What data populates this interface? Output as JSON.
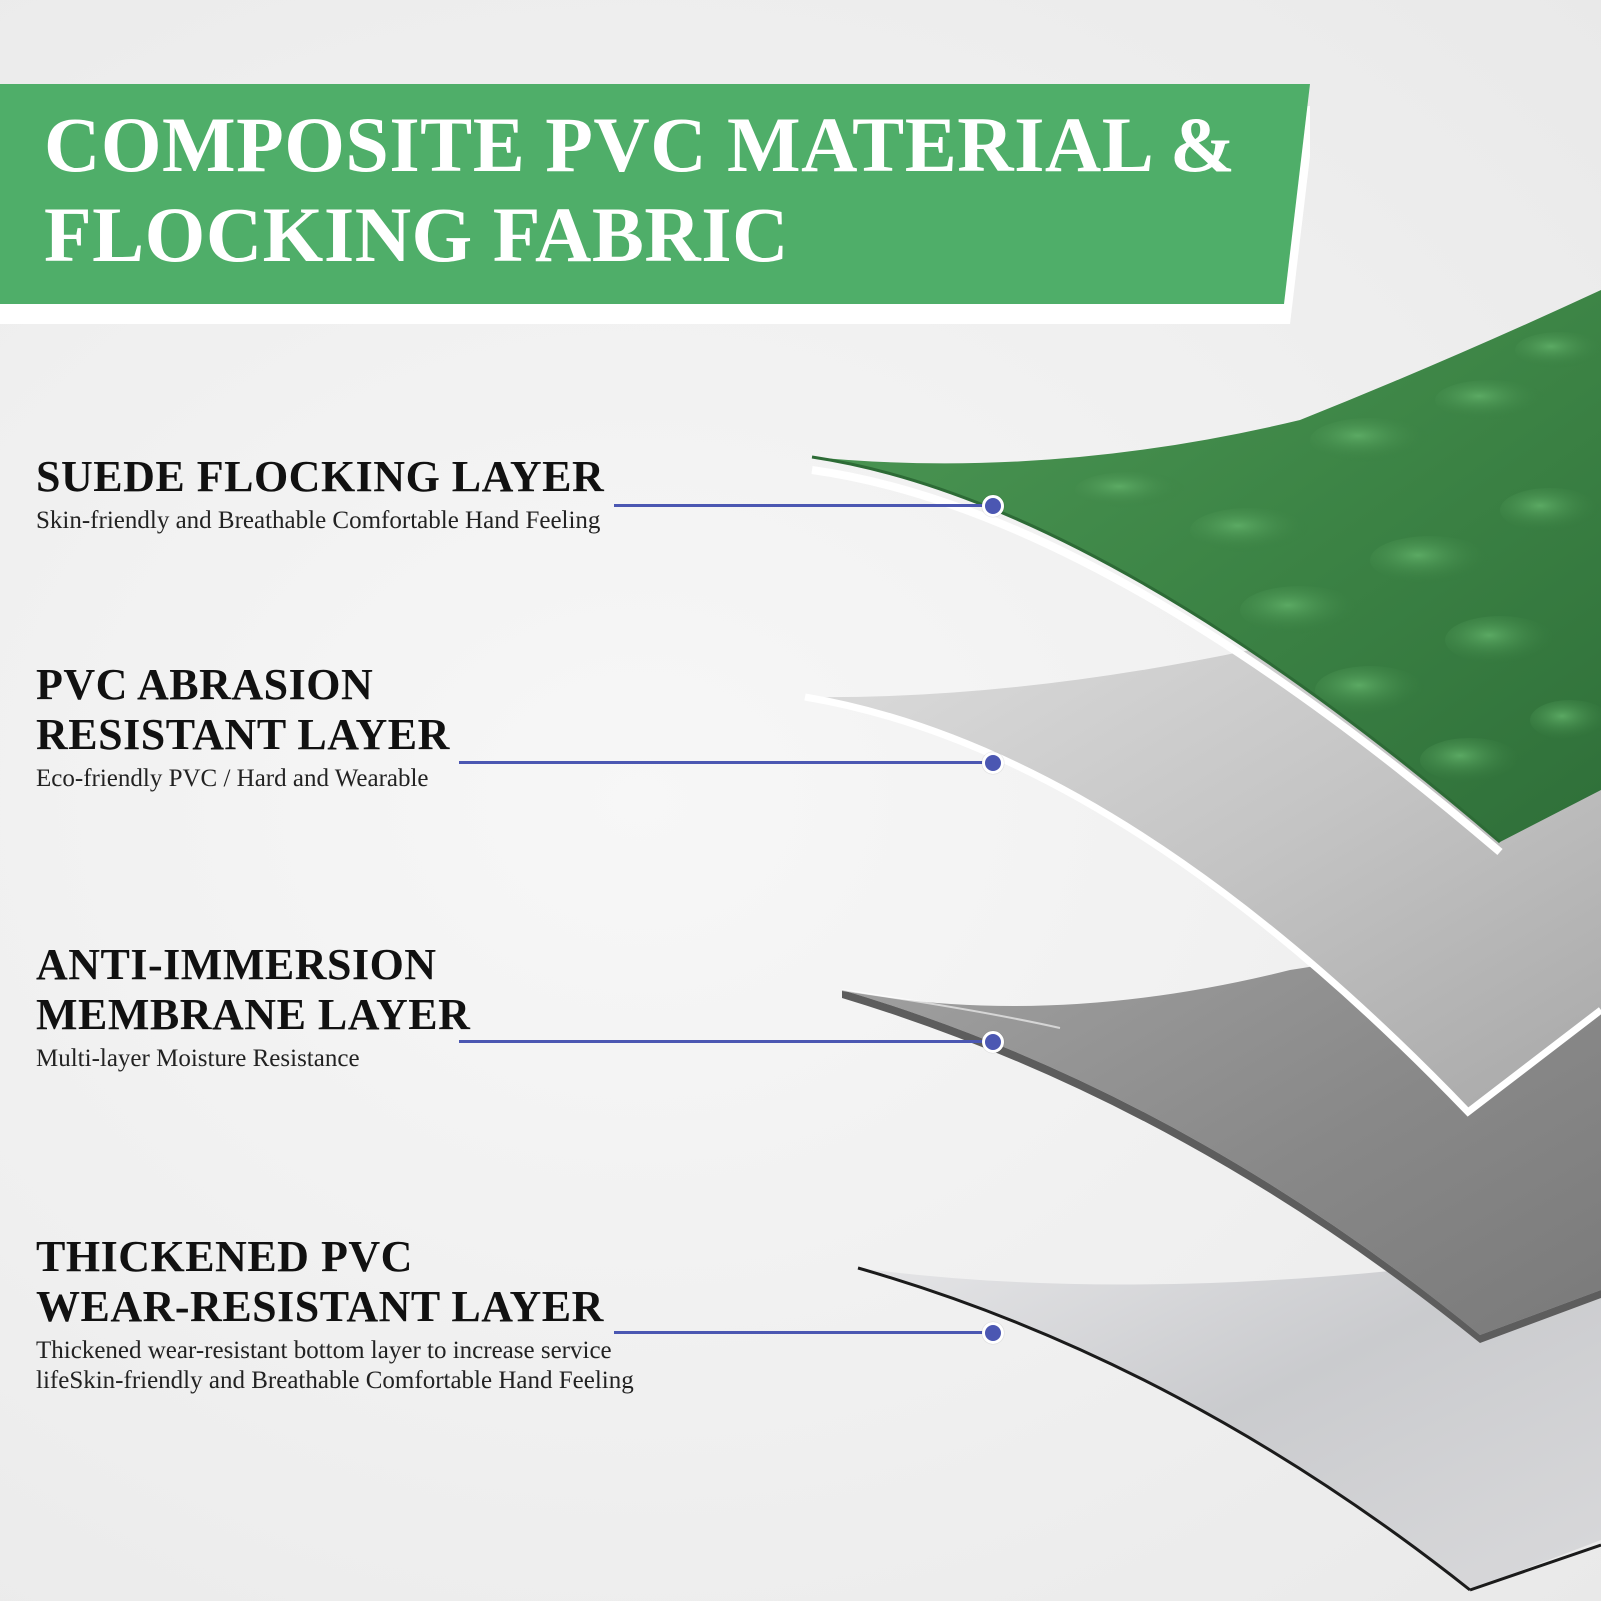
{
  "banner": {
    "title": "COMPOSITE PVC MATERIAL & FLOCKING FABRIC",
    "color": "#4fae69"
  },
  "callout_color": "#4b57b2",
  "layers": [
    {
      "title": "SUEDE FLOCKING LAYER",
      "description": [
        "Skin-friendly and Breathable Comfortable Hand Feeling"
      ],
      "swatch_color": "#3f8a48"
    },
    {
      "title": "PVC ABRASION RESISTANT LAYER",
      "title_lines": [
        "PVC ABRASION",
        "RESISTANT LAYER"
      ],
      "description": [
        "Eco-friendly PVC / Hard and Wearable"
      ],
      "swatch_color": "#c9c9c9"
    },
    {
      "title": "ANTI-IMMERSION MEMBRANE LAYER",
      "title_lines": [
        "ANTI-IMMERSION",
        "MEMBRANE LAYER"
      ],
      "description": [
        "Multi-layer Moisture Resistance"
      ],
      "swatch_color": "#8e8e8e"
    },
    {
      "title": "THICKENED PVC WEAR-RESISTANT LAYER",
      "title_lines": [
        "THICKENED PVC",
        "WEAR-RESISTANT LAYER"
      ],
      "description": [
        "Thickened wear-resistant bottom layer to increase service",
        "lifeSkin-friendly and Breathable Comfortable Hand Feeling"
      ],
      "swatch_color": "#cfcfd1"
    }
  ]
}
